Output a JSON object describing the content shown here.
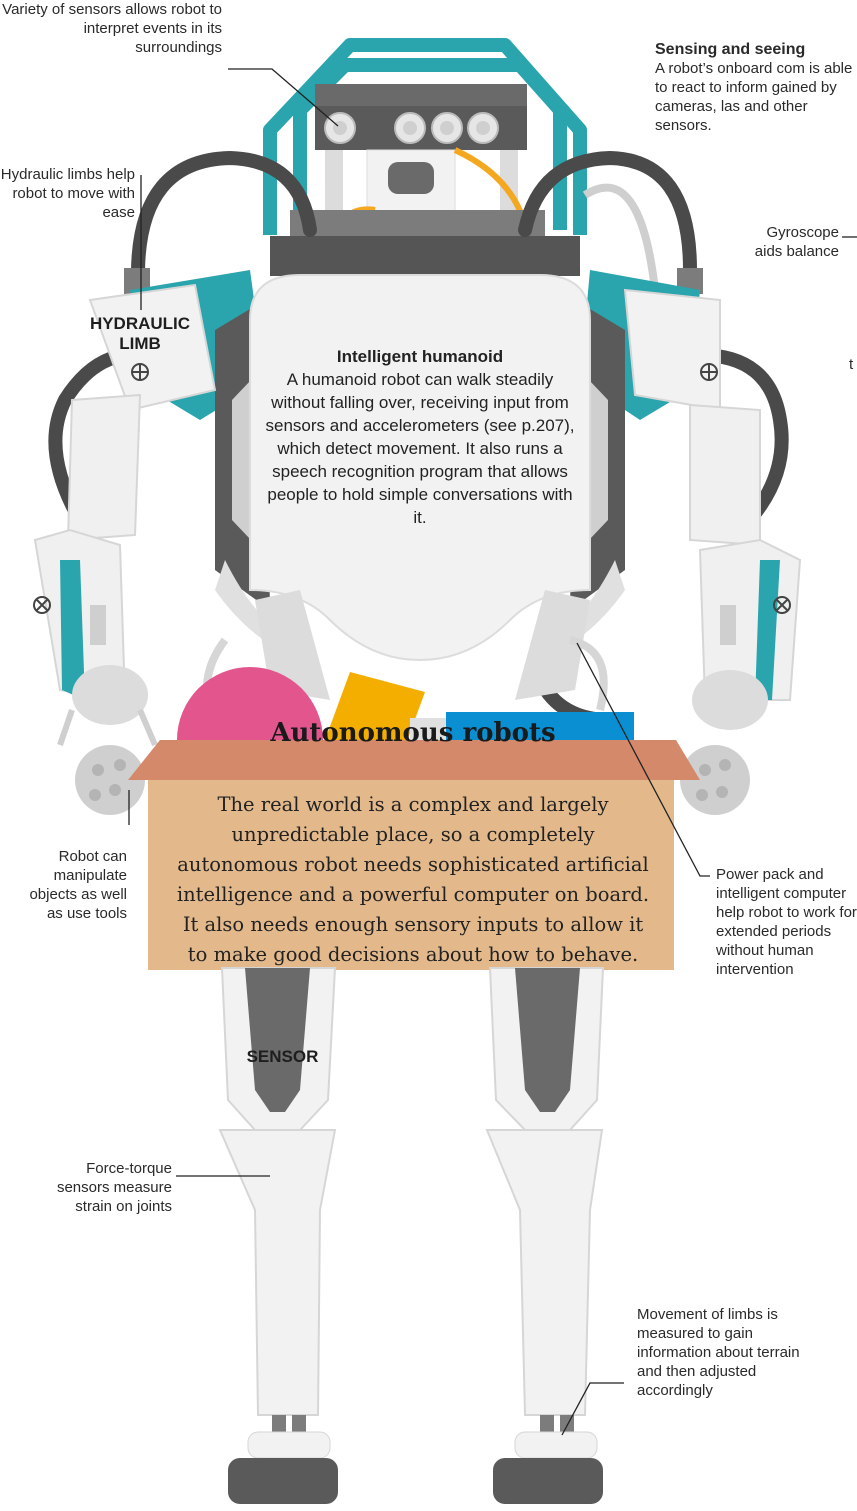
{
  "labels": {
    "sensors": "Variety of sensors allows robot to interpret events in its surroundings",
    "hydraulic": "Hydraulic limbs help robot to move with ease",
    "sensing_title": "Sensing and seeing",
    "sensing_text": "A robot’s onboard com is able to react to inform gained by cameras, las and other sensors.",
    "gyroscope": "Gyroscope aids balance",
    "clipped_char": "t",
    "manipulate": "Robot can manipulate objects as well as use tools",
    "power_pack": "Power pack and intelligent computer help robot to work for extended periods without human intervention",
    "force_torque": "Force-torque sensors measure strain on joints",
    "movement": "Movement of limbs is measured to gain information about terrain and then adjusted accordingly"
  },
  "tags": {
    "hydraulic_limb": "HYDRAULIC LIMB",
    "sensor": "SENSOR"
  },
  "center_panel": {
    "title": "Intelligent humanoid",
    "text": "A humanoid robot can walk steadily without falling over, receiving input from sensors and accelerometers (see p.207), which detect movement. It also runs a speech recognition program that allows people to hold simple conversations with it."
  },
  "box": {
    "title": "Autonomous robots",
    "text": "The real world is a complex and largely unpredictable place, so a completely autonomous robot needs sophisticated artificial intelligence and a powerful computer on board. It also needs enough sensory inputs to allow it to make good decisions about how to behave."
  },
  "colors": {
    "teal": "#2aa5ae",
    "dark_gray": "#4a4a4a",
    "body_white": "#f2f2f2",
    "light_gray": "#cfcfcf",
    "orange_wire": "#f4a81f",
    "box_face": "#e3b98c",
    "box_lid": "#d4896a",
    "ball_pink": "#e2558d",
    "block_yellow": "#f4ae00",
    "block_blue": "#0a8fd3"
  }
}
